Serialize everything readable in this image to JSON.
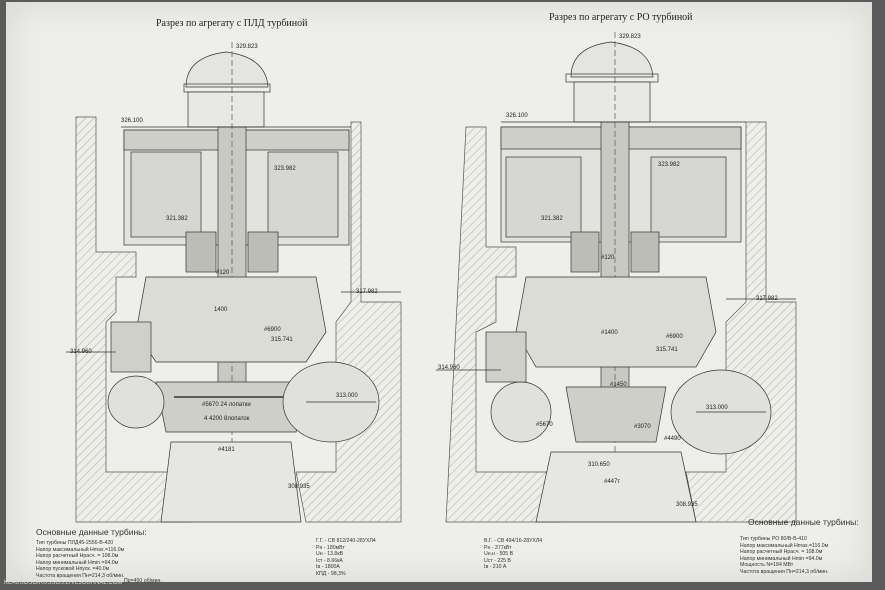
{
  "left": {
    "title": "Разрез по агрегату с ПЛД турбиной",
    "elevations": [
      "329.823",
      "326.100",
      "323.982",
      "321.382",
      "317.982",
      "315.741",
      "314.960",
      "313.000",
      "308.935"
    ],
    "dims": [
      "1400",
      "#120",
      "#6900",
      "#5670 24 лопатки",
      "4 4200 8лопаток",
      "#4181"
    ],
    "specs_heading": "Основные данные турбины:",
    "specs": [
      "Тип турбины        ПЛД45-2556-В-420",
      "Напор максимальный   Нmax.=116.0м",
      "Напор расчетный      Нрасч. = 108.0м",
      "Напор минимальный    Нmin =94.0м",
      "Напор пусковой       Нпуск. =40.0м",
      "Частота вращения     Пн=214,3 об/мин.",
      "Пр=450 об/мин."
    ],
    "gen_specs": [
      "Г.Г. - СВ 812/240-28УХЛ4",
      "Рн   - 180мВт",
      "Uн   - 13.8кВ",
      "Iст  - 8.66кА",
      "Iв   - 1800А",
      "КПД  - 98,3%"
    ]
  },
  "right": {
    "title": "Разрез по агрегату с РО турбиной",
    "elevations": [
      "329.823",
      "326.100",
      "323.982",
      "321.382",
      "317.982",
      "315.741",
      "314.960",
      "313.000",
      "310.650",
      "308.935"
    ],
    "dims": [
      "#120",
      "#1400",
      "#6900",
      "#1450",
      "#5670",
      "#3070",
      "#4490",
      "#447т"
    ],
    "specs_heading": "Основные данные турбины:",
    "specs": [
      "Тип турбины          РО 80/В-В-410",
      "Напор максимальный   Нmax.=116.0м",
      "Напор расчетный      Нрасч. = 108.0м",
      "Напор минимальный    Нmin =94.0м",
      "Мощность             N=184 МВт",
      "Частота вращения     Пн=214,3 об/мин."
    ],
    "gen_specs": [
      "В.Г. - СВ 494/16-28УХЛ4",
      "Рн   - 377кВт",
      "Uн.н - 505 В",
      "Uст  - 225 В",
      "Iв   - 210 А"
    ]
  },
  "watermark": "KLAUSOSOIRUSSOS.LIVEJOURNAL.COM"
}
